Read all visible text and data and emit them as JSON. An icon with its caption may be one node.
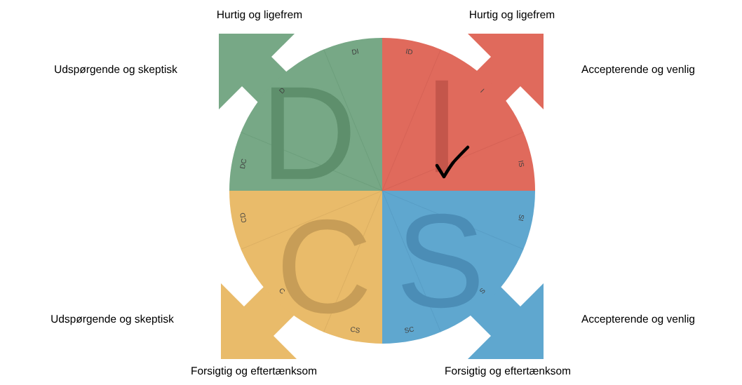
{
  "diagram": {
    "nodes": [
      {
        "text": [
          "D",
          "DI",
          "D",
          "DC"
        ]
      },
      {
        "text": [
          "I",
          "ID",
          "I",
          "IS"
        ]
      },
      {
        "text": [
          "C",
          "CD",
          "C",
          "CS"
        ]
      },
      {
        "text": [
          "S",
          "SI",
          "S",
          "SC"
        ]
      }
    ],
    "labels": [
      "Hurtig og ligefrem",
      "Hurtig og ligefrem",
      "Udspørgende og skeptisk",
      "Accepterende og venlig",
      "Udspørgende og skeptisk",
      "Accepterende og venlig",
      "Forsigtig og eftertænksom",
      "Forsigtig og eftertænksom"
    ]
  }
}
